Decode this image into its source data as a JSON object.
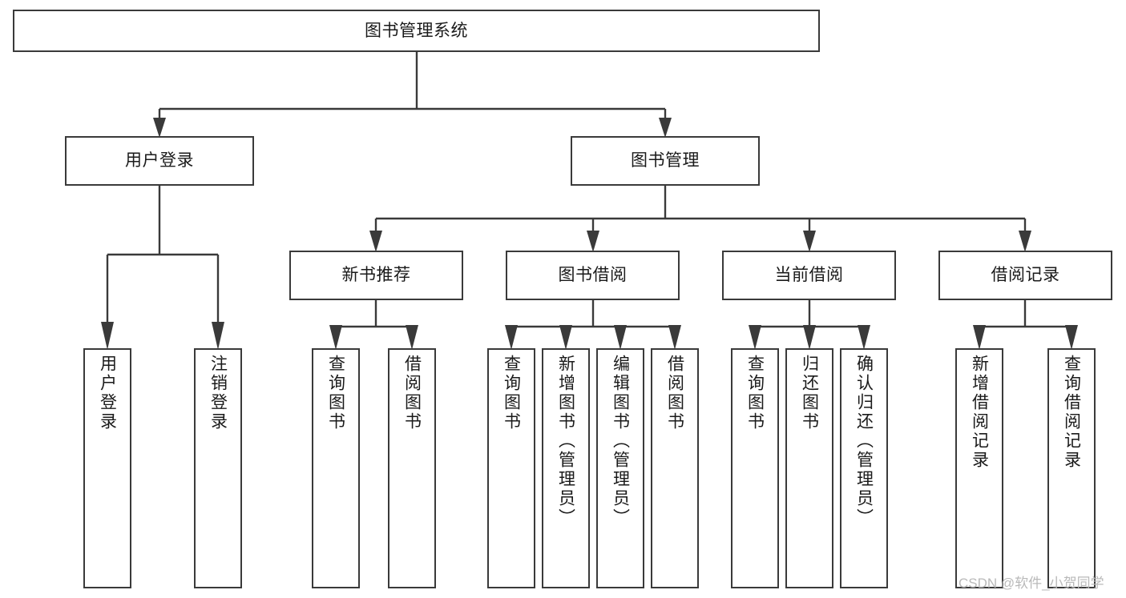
{
  "diagram": {
    "type": "tree-hierarchy",
    "title": "图书管理系统",
    "watermark": "CSDN @软件_小贺同学",
    "colors": {
      "box_border": "#3a3a3a",
      "box_fill": "#ffffff",
      "connector": "#3a3a3a",
      "text": "#1a1a1a",
      "watermark": "#b9b9b9",
      "background": "#ffffff"
    },
    "root": {
      "label": "图书管理系统"
    },
    "level2": [
      {
        "label": "用户登录"
      },
      {
        "label": "图书管理"
      }
    ],
    "level3": [
      {
        "label": "新书推荐"
      },
      {
        "label": "图书借阅"
      },
      {
        "label": "当前借阅"
      },
      {
        "label": "借阅记录"
      }
    ],
    "leaves": {
      "user_login": [
        {
          "label": "用户登录"
        },
        {
          "label": "注销登录"
        }
      ],
      "new_book_recommend": [
        {
          "label": "查询图书"
        },
        {
          "label": "借阅图书"
        }
      ],
      "book_borrow": [
        {
          "label": "查询图书"
        },
        {
          "label": "新增图书（管理员）"
        },
        {
          "label": "编辑图书（管理员）"
        },
        {
          "label": "借阅图书"
        }
      ],
      "current_borrow": [
        {
          "label": "查询图书"
        },
        {
          "label": "归还图书"
        },
        {
          "label": "确认归还（管理员）"
        }
      ],
      "borrow_record": [
        {
          "label": "新增借阅记录"
        },
        {
          "label": "查询借阅记录"
        }
      ]
    }
  }
}
